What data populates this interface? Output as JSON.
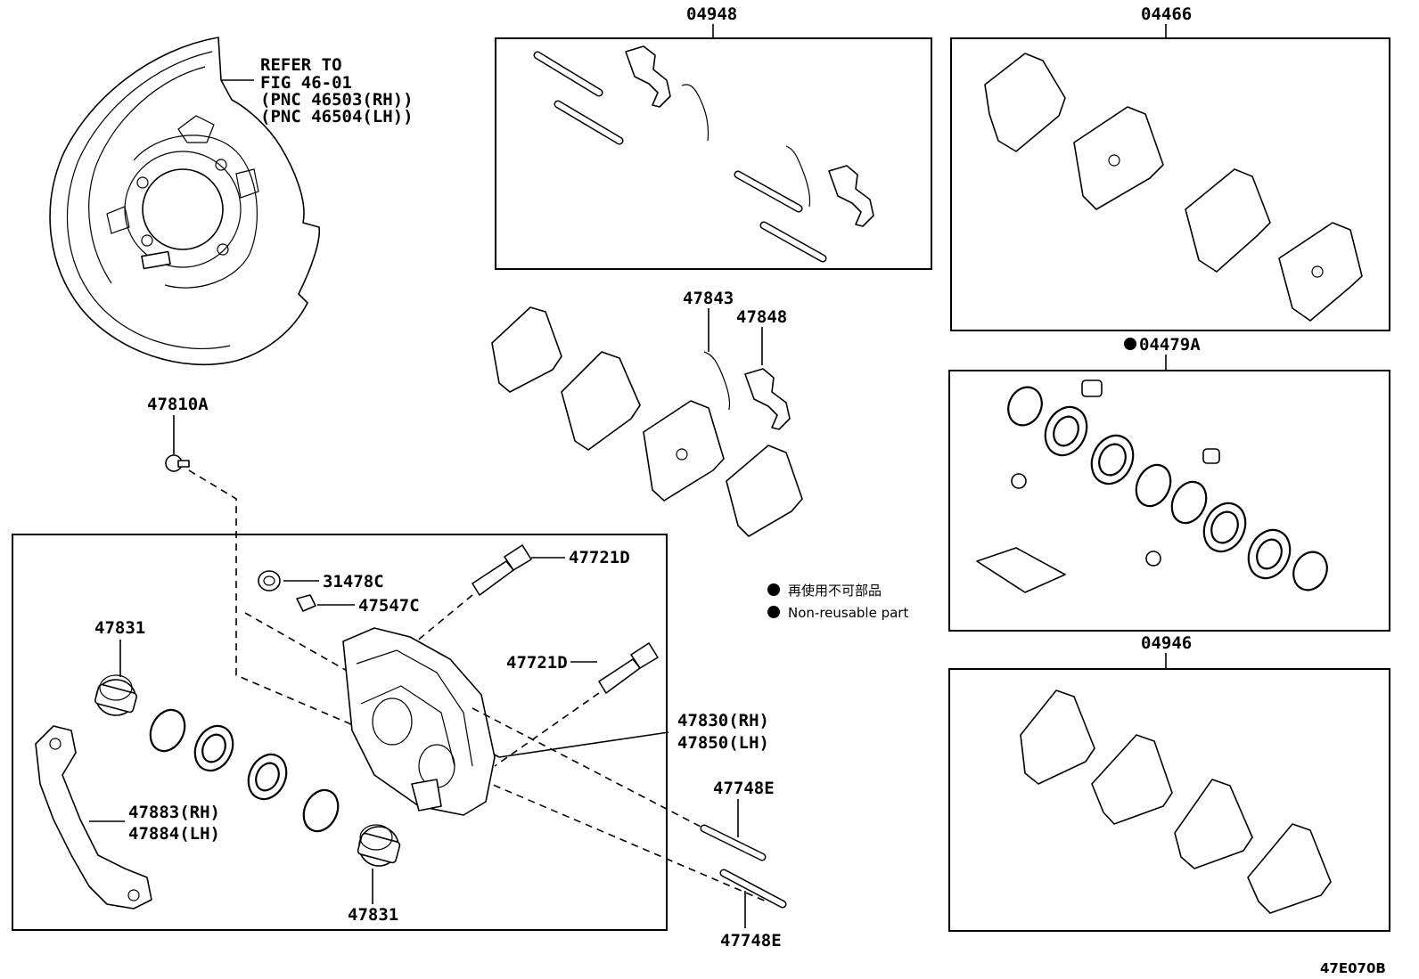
{
  "labels": {
    "refer_line1": "REFER TO",
    "refer_line2": "FIG 46-01",
    "refer_line3": "(PNC 46503(RH))",
    "refer_line4": "(PNC 46504(LH))",
    "p04948": "04948",
    "p04466": "04466",
    "p04479A": "04479A",
    "p04946": "04946",
    "p47843": "47843",
    "p47848": "47848",
    "p47810A": "47810A",
    "p31478C": "31478C",
    "p47547C": "47547C",
    "p47721D_a": "47721D",
    "p47721D_b": "47721D",
    "p47831_a": "47831",
    "p47831_b": "47831",
    "p47830": "47830(RH)",
    "p47850": "47850(LH)",
    "p47883": "47883(RH)",
    "p47884": "47884(LH)",
    "p47748E_a": "47748E",
    "p47748E_b": "47748E",
    "figure_code": "47E070B"
  },
  "legend": {
    "jp": "再使用不可部品",
    "en": "Non-reusable part"
  }
}
